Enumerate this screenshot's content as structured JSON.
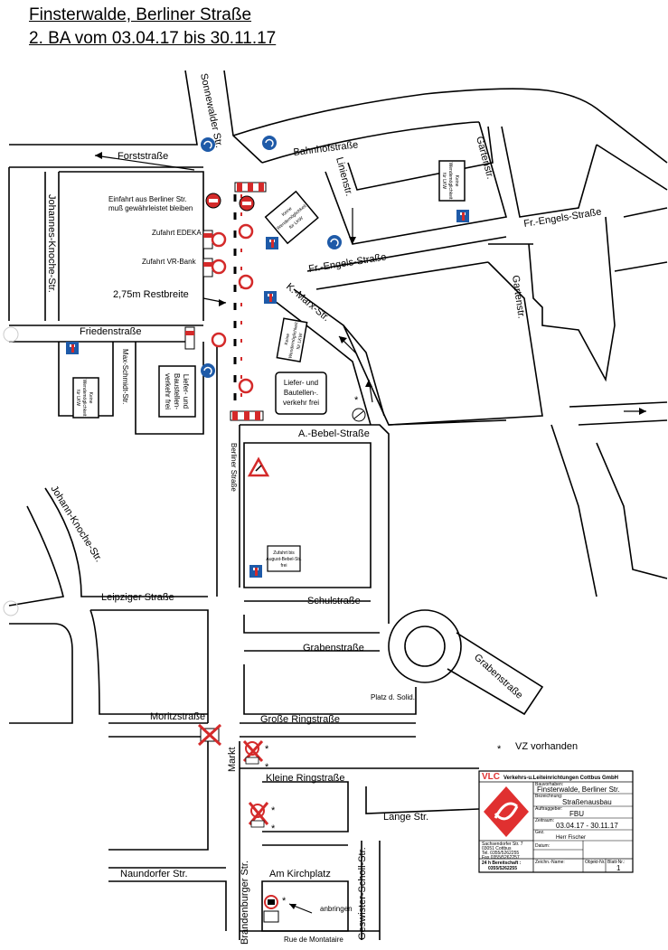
{
  "title": {
    "line1": "Finsterwalde, Berliner Straße",
    "line2": "2. BA vom 03.04.17 bis 30.11.17"
  },
  "streets": {
    "sonnewalder": "Sonnewalder Str.",
    "bahnhof": "Bahnhofstraße",
    "forst": "Forststraße",
    "linien": "Linienstr.",
    "garten_top": "Gartenstr.",
    "garten_right": "Gartenstr.",
    "fr_engels_left": "Fr.-Engels-Straße",
    "fr_engels_right": "Fr.-Engels-Straße",
    "johannes_knoche": "Johannes-Knoche-Str.",
    "friedenstrasse": "Friedenstraße",
    "max_schmidt": "Max-Schmidt-Str.",
    "k_marx": "K.-Marx-Str.",
    "a_bebel": "A.-Bebel-Straße",
    "berliner": "Berliner Straße",
    "johann_knoche": "Johann-Knoche-Str.",
    "leipziger": "Leipziger Straße",
    "schul": "Schulstraße",
    "graben_left": "Grabenstraße",
    "graben_right": "Grabenstraße",
    "platz_solid": "Platz d. Solid.",
    "moritz": "Moritzstraße",
    "grosse_ring": "Große Ringstraße",
    "markt": "Markt",
    "kleine_ring": "Kleine Ringstraße",
    "lange": "Lange Str.",
    "brandenburger": "Brandenburger Str.",
    "geswister_scholl": "Geswister-Scholl-Str.",
    "naundorfer": "Naundorfer Str.",
    "am_kirchplatz": "Am Kirchplatz",
    "rue_montataire": "Rue de Montataire"
  },
  "annotations": {
    "einfahrt_line1": "Einfahrt aus Berliner Str.",
    "einfahrt_line2": "muß gewährleistet bleiben",
    "zufahrt_edeka": "Zufahrt EDEKA",
    "zufahrt_vr_bank": "Zufahrt VR-Bank",
    "restbreite": "2,75m Restbreite",
    "liefer_line1": "Liefer- und",
    "liefer_line2": "Bautellen-.",
    "liefer_line3": "verkehr frei",
    "anbringen": "anbringen",
    "vz_vorhanden": "VZ vorhanden",
    "star": "*"
  },
  "signs": {
    "keine_wendemoeglichkeit": [
      "Keine",
      "Wendemöglichkeit",
      "für LKW"
    ],
    "liefer_vertical": [
      "Liefer- und",
      "Baustellen-",
      "verkehr frei"
    ],
    "zufahrt_bis": [
      "Zufahrt bis",
      "August-Bebel-Str.",
      "frei"
    ]
  },
  "title_block": {
    "company": "VLC",
    "company_full": "Verkehrs-u.Leiteinrichtungen Cottbus GmbH",
    "bauvorhaben_label": "Bauvorhaben:",
    "bauvorhaben": "Finsterwalde, Berliner Str.",
    "bezeichnung_label": "Bezeichnung:",
    "bezeichnung": "Straßenausbau",
    "auftraggeber_label": "Auftraggeber:",
    "auftraggeber": "FBU",
    "zeitraum_label": "Zeitraum:",
    "zeitraum": "03.04.17 - 30.11.17",
    "gez_label": "Gez.",
    "gez": "Herr Fischer",
    "datum_label": "Datum:",
    "address": [
      "Sachsendorfer Str. 7",
      "03051 Cottbus",
      "Tel. 0355/5262255",
      "Fax 0355/5262257"
    ],
    "bereitschaft": [
      "24 h Bereitschaft :",
      "0355/5262255"
    ],
    "zeichn_label": "Zeichn.-Name:",
    "objekt_label": "Objekt-Nr.:",
    "blatt_label": "Blatt-Nr.:",
    "blatt": "1"
  },
  "colors": {
    "sign_blue": "#1e5aa8",
    "sign_red": "#d42a2a",
    "vlc_red": "#e03030"
  }
}
